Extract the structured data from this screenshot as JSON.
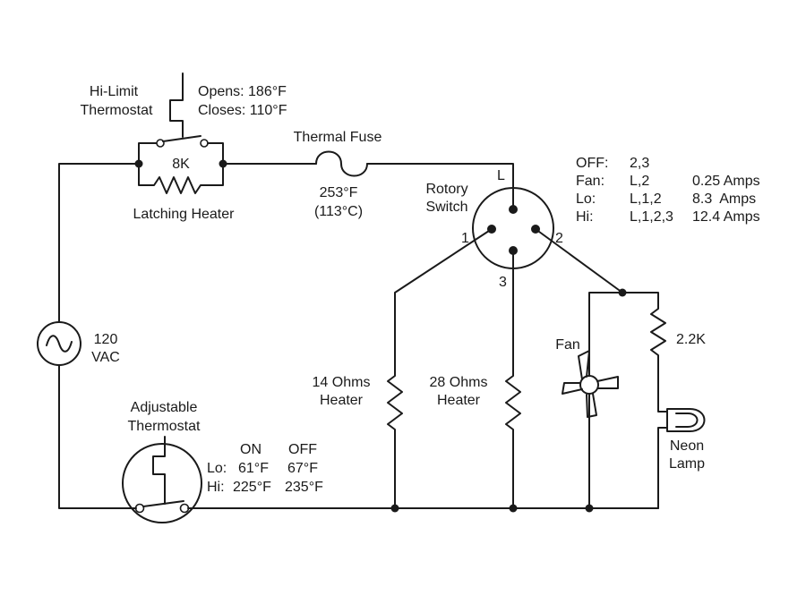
{
  "hi_limit": {
    "name_line1": "Hi-Limit",
    "name_line2": "Thermostat",
    "opens": "Opens: 186°F",
    "closes": "Closes: 110°F"
  },
  "latching_heater": {
    "resistance": "8K",
    "label": "Latching Heater"
  },
  "thermal_fuse": {
    "label": "Thermal Fuse",
    "temp_f": "253°F",
    "temp_c": "(113°C)"
  },
  "rotary_switch": {
    "line1": "Rotory",
    "line2": "Switch",
    "term_L": "L",
    "term_1": "1",
    "term_2": "2",
    "term_3": "3"
  },
  "switch_table": {
    "rows": [
      {
        "mode": "OFF:",
        "contacts": "2,3",
        "current": ""
      },
      {
        "mode": "Fan:",
        "contacts": "L,2",
        "current": "0.25 Amps"
      },
      {
        "mode": "Lo:",
        "contacts": "L,1,2",
        "current": "8.3  Amps"
      },
      {
        "mode": "Hi:",
        "contacts": "L,1,2,3",
        "current": "12.4 Amps"
      }
    ]
  },
  "source": {
    "line1": "120",
    "line2": "VAC"
  },
  "heater_14": {
    "line1": "14 Ohms",
    "line2": "Heater"
  },
  "heater_28": {
    "line1": "28 Ohms",
    "line2": "Heater"
  },
  "fan": {
    "label": "Fan"
  },
  "resistor_2k2": {
    "label": "2.2K"
  },
  "neon_lamp": {
    "line1": "Neon",
    "line2": "Lamp"
  },
  "adj_thermostat": {
    "name_line1": "Adjustable",
    "name_line2": "Thermostat",
    "col_on": "ON",
    "col_off": "OFF",
    "lo_label": "Lo:",
    "lo_on": "61°F",
    "lo_off": "67°F",
    "hi_label": "Hi:",
    "hi_on": "225°F",
    "hi_off": "235°F"
  }
}
